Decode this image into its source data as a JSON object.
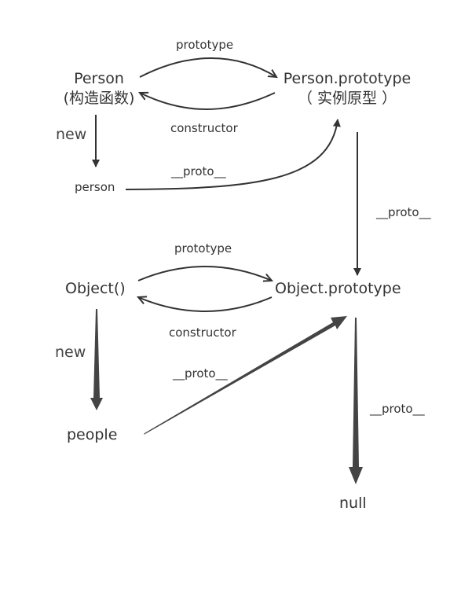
{
  "nodes": {
    "person_ctor": {
      "name": "Person",
      "note": "(构造函数)"
    },
    "person_proto": {
      "name": "Person.prototype",
      "note": "（ 实例原型 ）"
    },
    "person_inst": {
      "name": "person"
    },
    "object_ctor": {
      "name": "Object()"
    },
    "object_proto": {
      "name": "Object.prototype"
    },
    "people": {
      "name": "people"
    },
    "null_node": {
      "name": "null"
    }
  },
  "edges": {
    "prototype_top": "prototype",
    "constructor_top": "constructor",
    "new_top": "new",
    "proto_person": "__proto__",
    "proto_personproto": "__proto__",
    "prototype_bottom": "prototype",
    "constructor_bottom": "constructor",
    "new_bottom": "new",
    "proto_people": "__proto__",
    "proto_objectproto": "__proto__"
  },
  "colors": {
    "arrow": "#333333",
    "text": "#333333",
    "background": "#ffffff"
  }
}
